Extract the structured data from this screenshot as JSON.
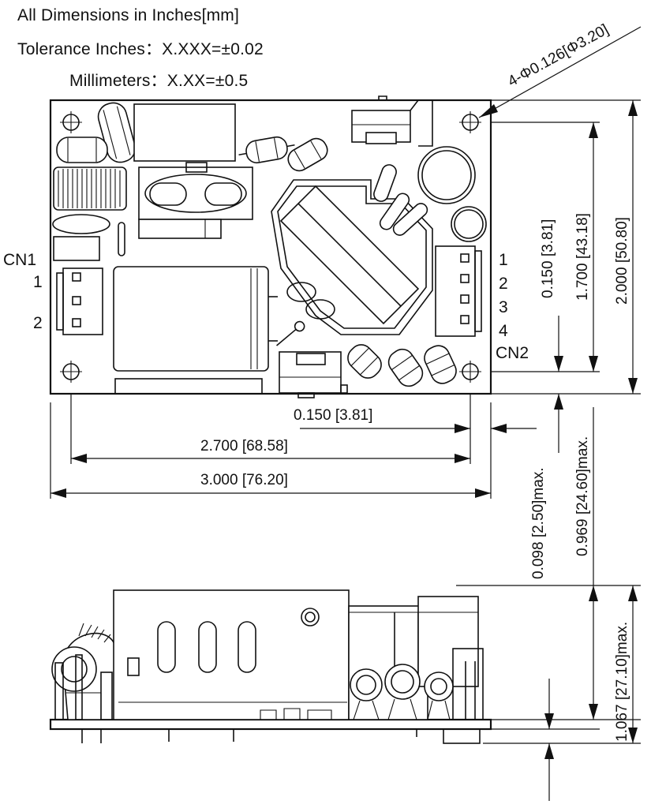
{
  "notes": {
    "line1": "All Dimensions in Inches[mm]",
    "line2": "Tolerance Inches：X.XXX=±0.02",
    "line3": "Millimeters：X.XX=±0.5"
  },
  "hole_callout": "4-Φ0.126[Φ3.20]",
  "connectors": {
    "cn1": {
      "label": "CN1",
      "pins": [
        "1",
        "2"
      ]
    },
    "cn2": {
      "label": "CN2",
      "pins": [
        "1",
        "2",
        "3",
        "4"
      ]
    }
  },
  "dimensions": {
    "width_total": "3.000 [76.20]",
    "width_holes": "2.700 [68.58]",
    "right_hole_offset": "0.150 [3.81]",
    "height_total": "2.000 [50.80]",
    "height_holes": "1.700 [43.18]",
    "bottom_hole_offset": "0.150 [3.81]",
    "pin_protrusion": "0.098 [2.50]max.",
    "component_height": "0.969 [24.60]max.",
    "overall_height": "1.067 [27.10]max."
  }
}
